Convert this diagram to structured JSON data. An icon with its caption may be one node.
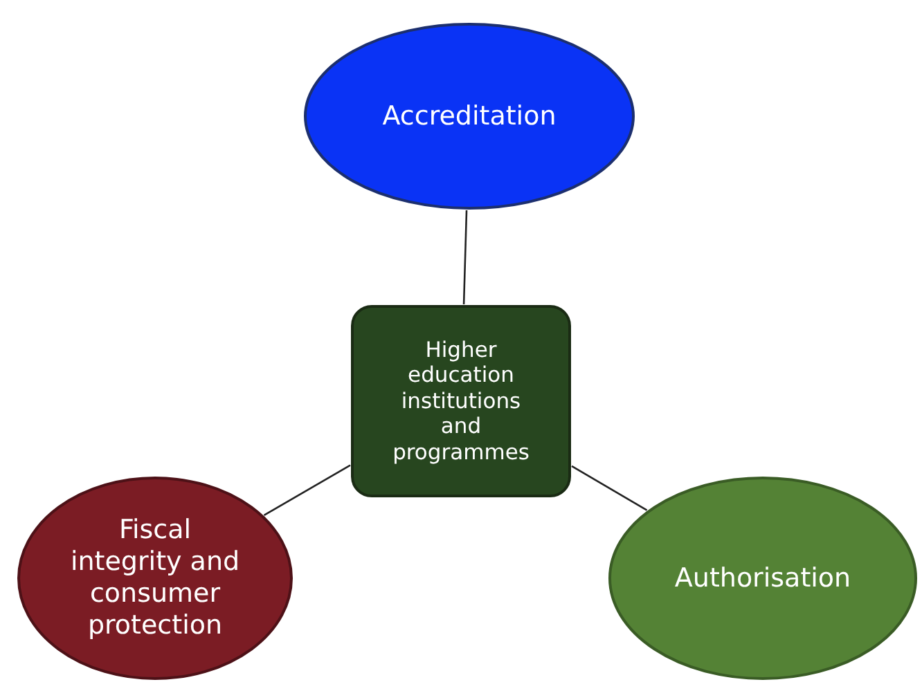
{
  "diagram": {
    "nodes": [
      {
        "text": [
          "Accreditation"
        ]
      },
      {
        "text": [
          "Higher education institutions and programmes"
        ]
      },
      {
        "text": [
          "Fiscal integrity and consumer protection"
        ]
      },
      {
        "text": [
          "Authorisation"
        ]
      }
    ],
    "edges": [
      {
        "from": 0,
        "to": 1,
        "arrow": "none"
      },
      {
        "from": 1,
        "to": 2,
        "arrow": "none"
      },
      {
        "from": 1,
        "to": 3,
        "arrow": "none"
      }
    ]
  }
}
